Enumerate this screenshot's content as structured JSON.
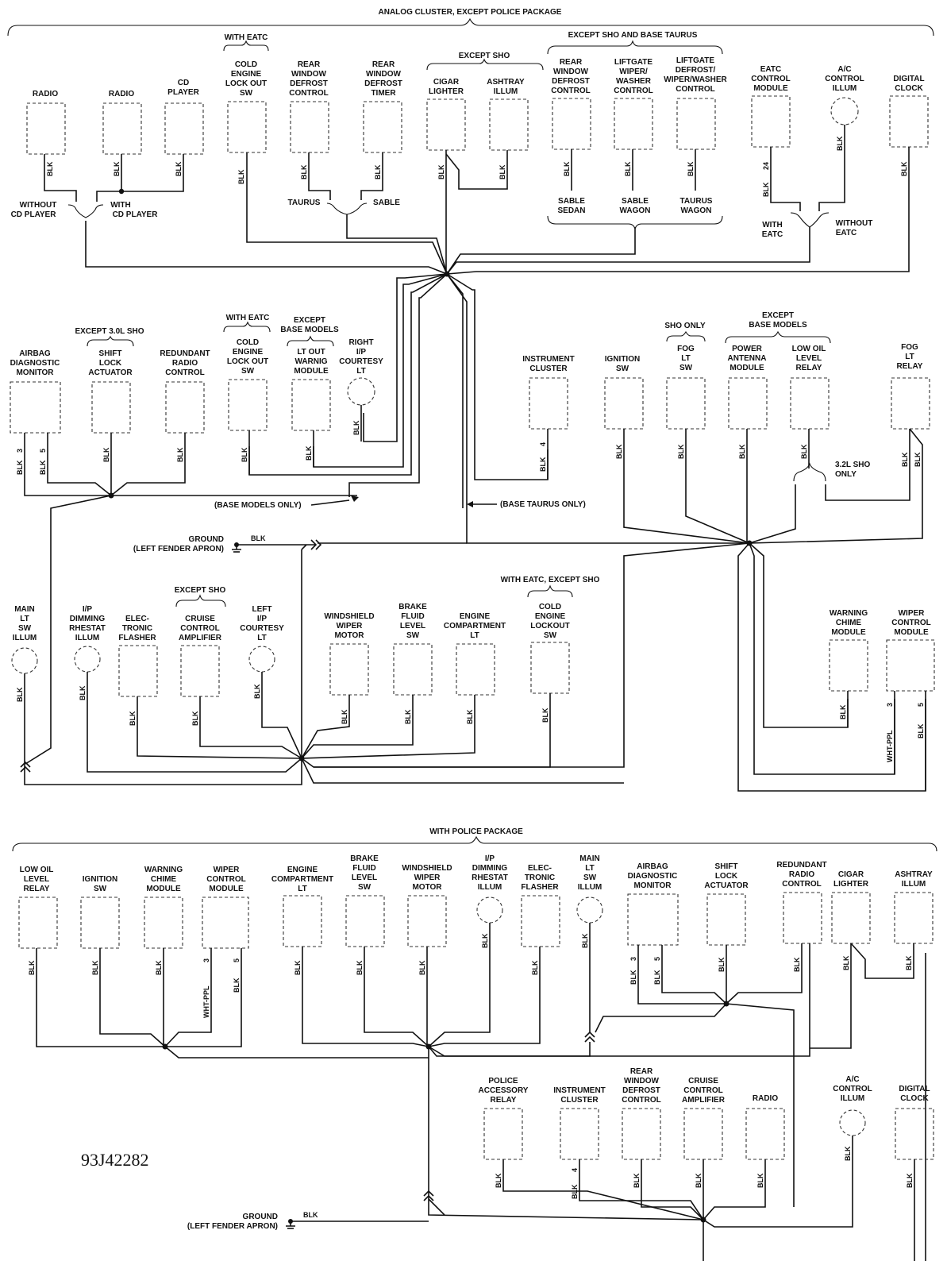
{
  "headers": {
    "top": "ANALOG CLUSTER, EXCEPT POLICE PACKAGE",
    "bottom": "WITH POLICE PACKAGE"
  },
  "code": "93J42282",
  "conditions": {
    "with_eatc": "WITH EATC",
    "except_sho": "EXCEPT SHO",
    "except_sho_base_taurus": "EXCEPT SHO AND BASE TAURUS",
    "without_cd": "WITHOUT CD PLAYER",
    "with_cd": "WITH CD PLAYER",
    "taurus": "TAURUS",
    "sable": "SABLE",
    "sable_sedan": "SABLE SEDAN",
    "sable_wagon": "SABLE WAGON",
    "taurus_wagon": "TAURUS WAGON",
    "with_eatc2": "WITH EATC",
    "without_eatc": "WITHOUT EATC",
    "except_30l_sho": "EXCEPT 3.0L SHO",
    "with_eatc3": "WITH EATC",
    "except_base_models": "EXCEPT BASE MODELS",
    "sho_only": "SHO ONLY",
    "except_base_models2": "EXCEPT BASE MODELS",
    "sho_32l_only": "3.2L SHO ONLY",
    "base_models_only": "(BASE MODELS ONLY)",
    "base_taurus_only": "(BASE TAURUS ONLY)",
    "except_sho2": "EXCEPT SHO",
    "with_eatc_except_sho": "WITH EATC, EXCEPT SHO"
  },
  "grounds": {
    "ground_top": "GROUND",
    "fender_top": "(LEFT FENDER APRON)",
    "ground_bottom": "GROUND",
    "fender_bottom": "(LEFT FENDER APRON)"
  },
  "wire_color": "BLK",
  "wire_color_alt": "WHT-PPL",
  "pins": [
    "3",
    "5",
    "24",
    "4"
  ],
  "components_top_row": [
    "RADIO",
    "RADIO",
    "CD PLAYER",
    "COLD ENGINE LOCK OUT SW",
    "REAR WINDOW DEFROST CONTROL",
    "REAR WINDOW DEFROST TIMER",
    "CIGAR LIGHTER",
    "ASHTRAY ILLUM",
    "REAR WINDOW DEFROST CONTROL",
    "LIFTGATE WIPER/ WASHER CONTROL",
    "LIFTGATE DEFROST/ WIPER/WASHER CONTROL",
    "EATC CONTROL MODULE",
    "A/C CONTROL ILLUM",
    "DIGITAL CLOCK"
  ],
  "components_mid_row": [
    "AIRBAG DIAGNOSTIC MONITOR",
    "SHIFT LOCK ACTUATOR",
    "REDUNDANT RADIO CONTROL",
    "COLD ENGINE LOCK OUT SW",
    "LT OUT WARNIG MODULE",
    "RIGHT I/P COURTESY LT",
    "INSTRUMENT CLUSTER",
    "IGNITION SW",
    "FOG LT SW",
    "POWER ANTENNA MODULE",
    "LOW OIL LEVEL RELAY",
    "FOG LT RELAY"
  ],
  "components_low_row": [
    "MAIN LT SW ILLUM",
    "I/P DIMMING RHESTAT ILLUM",
    "ELEC- TRONIC FLASHER",
    "CRUISE CONTROL AMPLIFIER",
    "LEFT I/P COURTESY LT",
    "WINDSHIELD WIPER MOTOR",
    "BRAKE FLUID LEVEL SW",
    "ENGINE COMPARTMENT LT",
    "COLD ENGINE LOCKOUT SW",
    "WARNING CHIME MODULE",
    "WIPER CONTROL MODULE"
  ],
  "components_police_row1": [
    "LOW OIL LEVEL RELAY",
    "IGNITION SW",
    "WARNING CHIME MODULE",
    "WIPER CONTROL MODULE",
    "ENGINE COMPARTMENT LT",
    "BRAKE FLUID LEVEL SW",
    "WINDSHIELD WIPER MOTOR",
    "I/P DIMMING RHESTAT ILLUM",
    "ELEC- TRONIC FLASHER",
    "MAIN LT SW ILLUM",
    "AIRBAG DIAGNOSTIC MONITOR",
    "SHIFT LOCK ACTUATOR",
    "REDUNDANT RADIO CONTROL",
    "CIGAR LIGHTER",
    "ASHTRAY ILLUM"
  ],
  "components_police_row2": [
    "POLICE ACCESSORY RELAY",
    "INSTRUMENT CLUSTER",
    "REAR WINDOW DEFROST CONTROL",
    "CRUISE CONTROL AMPLIFIER",
    "RADIO",
    "A/C CONTROL ILLUM",
    "DIGITAL CLOCK"
  ]
}
